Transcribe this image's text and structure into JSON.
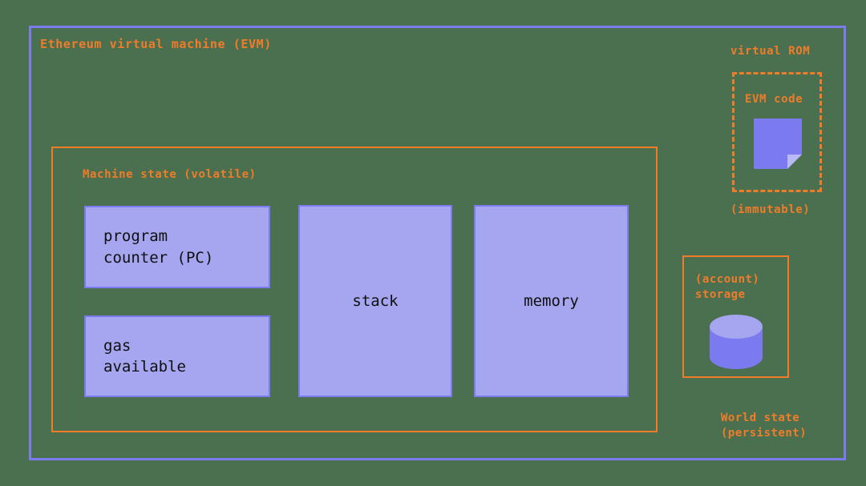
{
  "diagram": {
    "title": "Ethereum virtual machine (EVM)",
    "background_color": "#4a7050",
    "accent_orange": "#f07c2a",
    "accent_purple_border": "#7b7bef",
    "accent_purple_fill": "#a5a5f0",
    "text_color": "#101010"
  },
  "evm": {
    "title": "Ethereum virtual machine (EVM)"
  },
  "machine_state": {
    "title": "Machine state (volatile)",
    "boxes": [
      {
        "id": "program-counter",
        "label": "program\ncounter (PC)"
      },
      {
        "id": "gas-available",
        "label": "gas\navailable"
      },
      {
        "id": "stack",
        "label": "stack"
      },
      {
        "id": "memory",
        "label": "memory"
      }
    ]
  },
  "virtual_rom": {
    "title": "virtual ROM",
    "code_label": "EVM code",
    "icon": "document-page-icon",
    "note": "(immutable)"
  },
  "account_storage": {
    "label": "(account)\nstorage",
    "icon": "database-cylinder-icon"
  },
  "world_state": {
    "label": "World state\n(persistent)"
  }
}
